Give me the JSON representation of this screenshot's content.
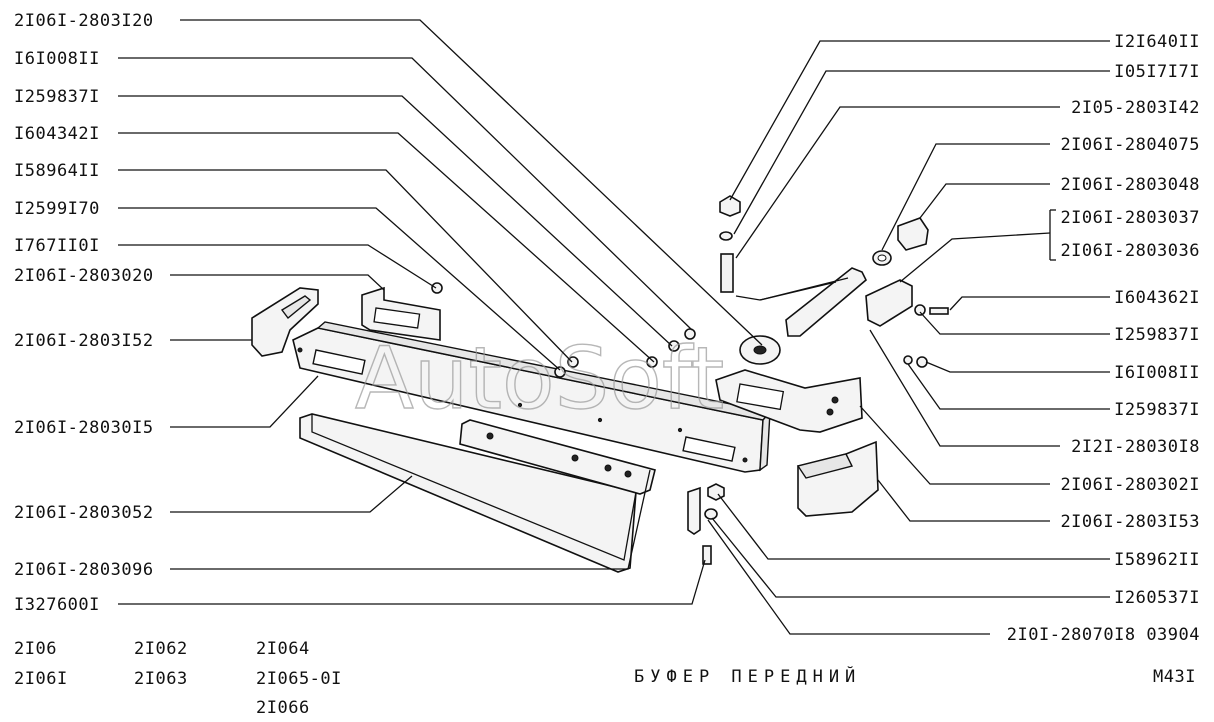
{
  "watermark": "AutoSoft",
  "title": "БУФЕР ПЕРЕДНИЙ",
  "figure_code": "M43I",
  "models": [
    "2I06",
    "2I06I",
    "2I062",
    "2I063",
    "2I064",
    "2I065-0I",
    "2I066"
  ],
  "left_labels": [
    "2I06I-2803I20",
    "I6I008II",
    "I259837I",
    "I604342I",
    "I58964II",
    "I2599I70",
    "I767II0I",
    "2I06I-2803020",
    "2I06I-2803I52",
    "2I06I-28030I5",
    "2I06I-2803052",
    "2I06I-2803096",
    "I327600I"
  ],
  "right_labels": [
    "I2I640II",
    "I05I7I7I",
    "2I05-2803I42",
    "2I06I-2804075",
    "2I06I-2803048",
    "2I06I-2803037",
    "2I06I-2803036",
    "I604362I",
    "I259837I",
    "I6I008II",
    "I259837I",
    "2I2I-28030I8",
    "2I06I-280302I",
    "2I06I-2803I53",
    "I58962II",
    "I260537I",
    "2I0I-28070I8 03904"
  ]
}
